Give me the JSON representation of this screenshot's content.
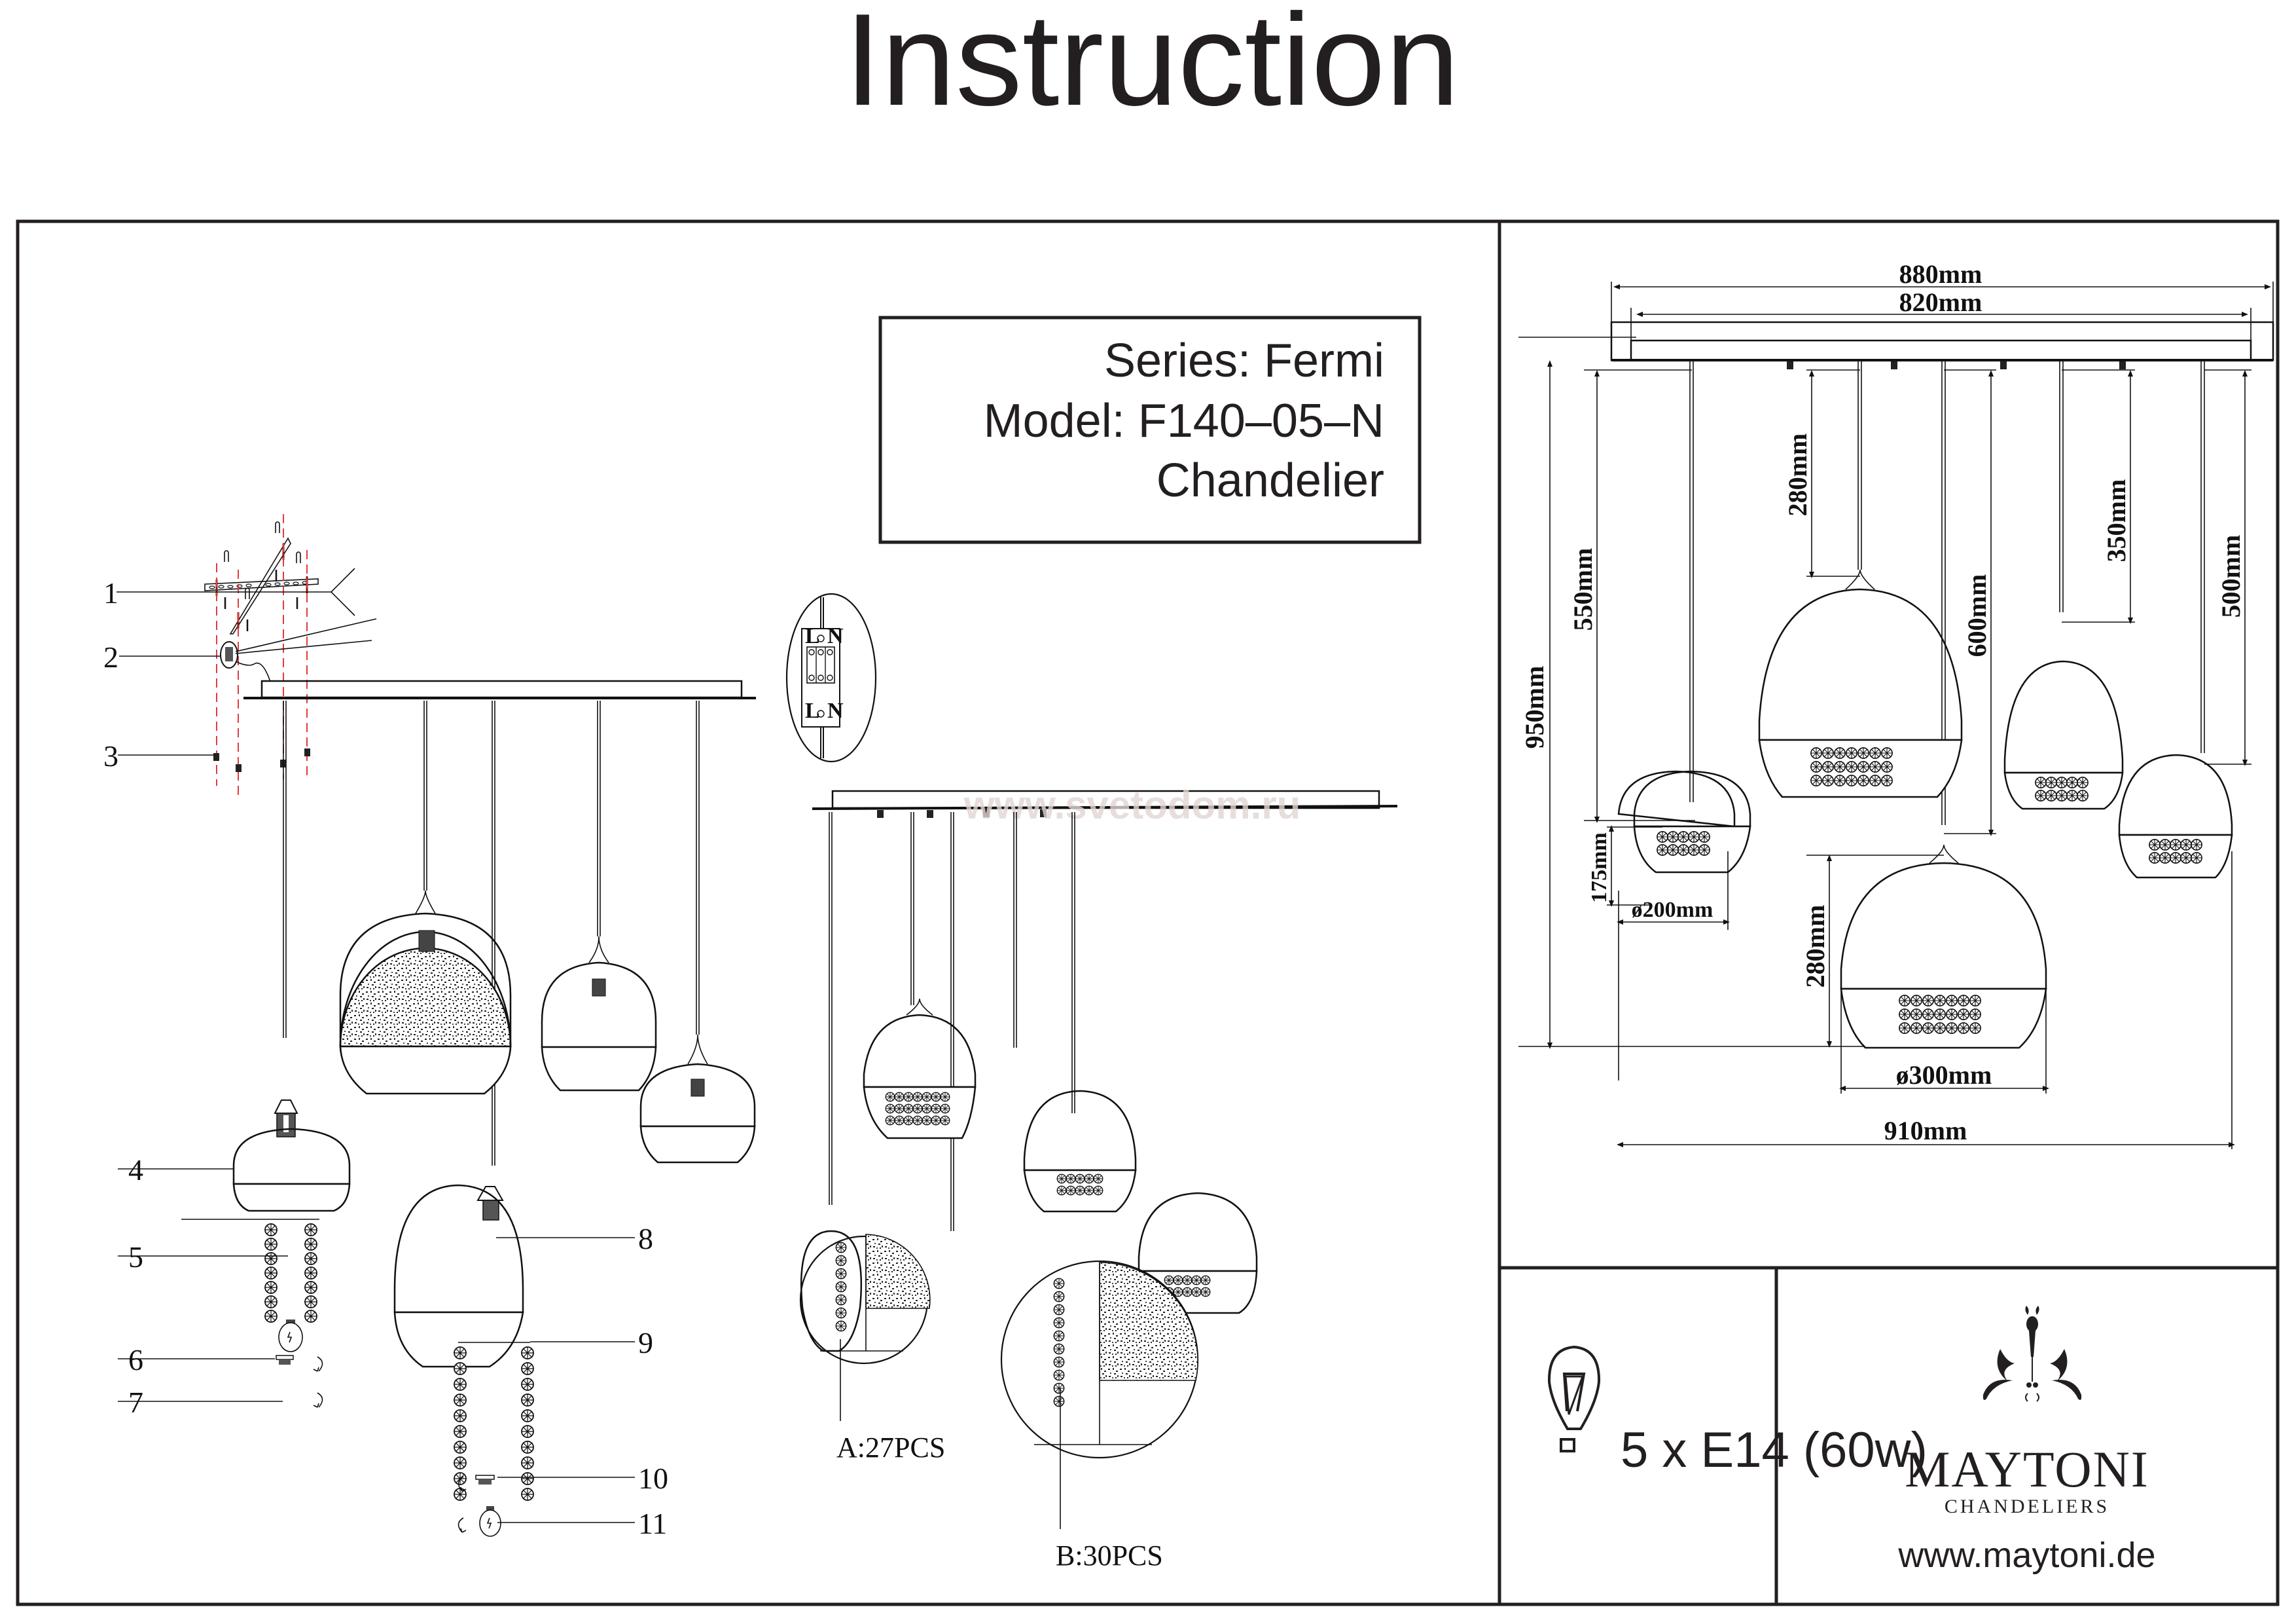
{
  "document": {
    "title": "Instruction",
    "info_box": {
      "series": "Series: Fermi",
      "model": "Model: F140–05–N",
      "type": "Chandelier"
    },
    "watermark": "www.svetodom.ru"
  },
  "assembly": {
    "callouts": [
      {
        "num": "1",
        "part": "mounting-bracket-with-screws"
      },
      {
        "num": "2",
        "part": "terminal-block"
      },
      {
        "num": "3",
        "part": "canopy-fixing-screw"
      },
      {
        "num": "4",
        "part": "small-glass-shade"
      },
      {
        "num": "5",
        "part": "crystal-strands-small"
      },
      {
        "num": "6",
        "part": "shade-ring-small"
      },
      {
        "num": "7",
        "part": "bulb-small"
      },
      {
        "num": "8",
        "part": "large-glass-shade"
      },
      {
        "num": "9",
        "part": "crystal-strands-large"
      },
      {
        "num": "10",
        "part": "shade-ring-large"
      },
      {
        "num": "11",
        "part": "bulb-large"
      }
    ],
    "wiring_labels": {
      "live": "L",
      "neutral": "N"
    },
    "crystal_counts": [
      {
        "label": "A:27PCS"
      },
      {
        "label": "B:30PCS"
      }
    ]
  },
  "dimensions": {
    "overall_width_top": "880mm",
    "canopy_inner_width": "820mm",
    "overall_height": "950mm",
    "drop_left": "550mm",
    "drop_2": "280mm",
    "drop_center": "600mm",
    "drop_4": "350mm",
    "drop_right": "500mm",
    "small_shade_height": "175mm",
    "small_shade_diameter": "ø200mm",
    "large_shade_height": "280mm",
    "large_shade_diameter": "ø300mm",
    "overall_spread": "910mm"
  },
  "specs": {
    "bulb_icon": "light-bulb-icon",
    "bulbs": "5 x E14 (60w)"
  },
  "brand": {
    "name": "MAYTONI",
    "subtitle": "CHANDELIERS",
    "website": "www.maytoni.de",
    "logo_icon": "chandelier-logo-icon"
  }
}
